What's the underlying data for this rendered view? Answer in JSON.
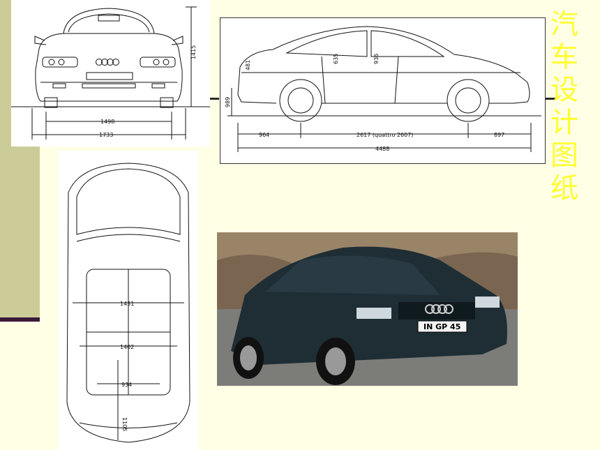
{
  "slide": {
    "title_chars": [
      "汽",
      "车",
      "设",
      "计",
      "图",
      "纸"
    ]
  },
  "front_view": {
    "height_dim": "1415",
    "track_dim": "1498",
    "width_dim": "1733"
  },
  "side_view": {
    "front_overhang": "964",
    "wheelbase": "2617 (quattro 2607)",
    "rear_overhang": "897",
    "length": "4488",
    "height_dim": "989",
    "trunk_dim": "481",
    "door_dim_1": "635",
    "door_dim_2": "936"
  },
  "top_view": {
    "width_front": "1431",
    "width_rear": "1402",
    "width_trunk": "934",
    "length_trunk": "1105"
  },
  "photo": {
    "plate": "IN GP 45"
  },
  "colors": {
    "background": "#ffffe6",
    "sidebar": "#cccc99",
    "title": "#ffff33"
  }
}
